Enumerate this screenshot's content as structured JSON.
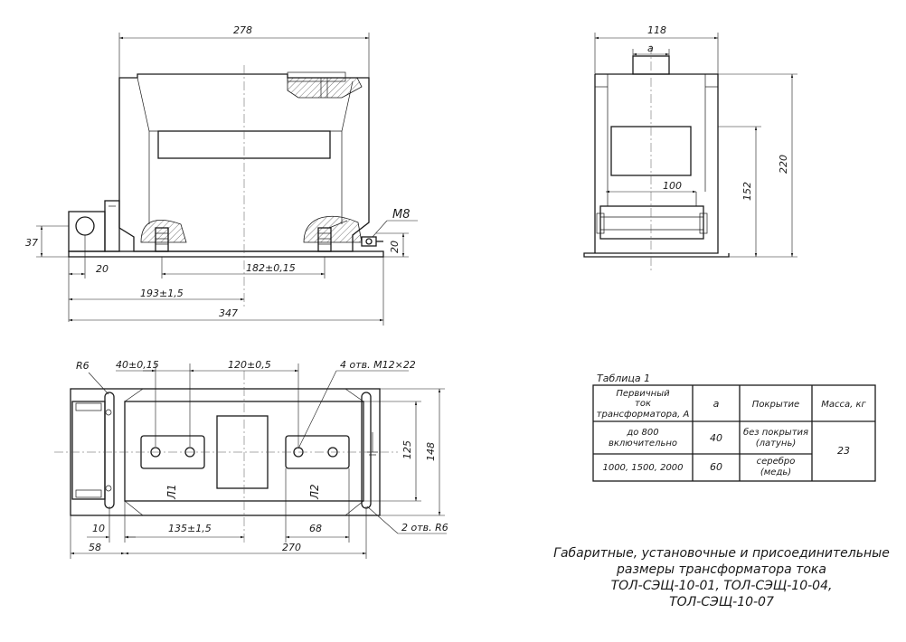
{
  "front_view": {
    "dim_width_top": "278",
    "dim_height_left": "37",
    "dim_left_20": "20",
    "dim_base_spacing": "182±0,15",
    "dim_193": "193±1,5",
    "dim_total_347": "347",
    "thread_label": "M8",
    "dim_right_20": "20"
  },
  "side_view": {
    "dim_width_118": "118",
    "dim_a": "a",
    "dim_100": "100",
    "dim_152": "152",
    "dim_220": "220"
  },
  "top_view": {
    "radius_label": "R6",
    "dim_40": "40±0,15",
    "dim_120": "120±0,5",
    "holes_label": "4 отв. M12×22",
    "terminal_l1": "Л1",
    "terminal_l2": "Л2",
    "dim_125": "125",
    "dim_148": "148",
    "dim_10": "10",
    "dim_135": "135±1,5",
    "dim_68": "68",
    "holes_r6": "2 отв. R6",
    "dim_58": "58",
    "dim_270": "270"
  },
  "table": {
    "title": "Таблица 1",
    "headers": {
      "current_line1": "Первичный",
      "current_line2": "ток",
      "current_line3": "трансформатора, А",
      "a": "a",
      "coating": "Покрытие",
      "mass": "Масса, кг"
    },
    "rows": [
      {
        "current_line1": "до 800",
        "current_line2": "включительно",
        "a": "40",
        "coating_line1": "без покрытия",
        "coating_line2": "(латунь)"
      },
      {
        "current_line1": "1000, 1500, 2000",
        "current_line2": "",
        "a": "60",
        "coating_line1": "серебро",
        "coating_line2": "(медь)"
      }
    ],
    "mass_value": "23"
  },
  "caption": {
    "line1": "Габаритные, установочные и присоединительные",
    "line2": "размеры трансформатора тока",
    "line3": "ТОЛ-СЭЩ-10-01, ТОЛ-СЭЩ-10-04,",
    "line4": "ТОЛ-СЭЩ-10-07"
  }
}
